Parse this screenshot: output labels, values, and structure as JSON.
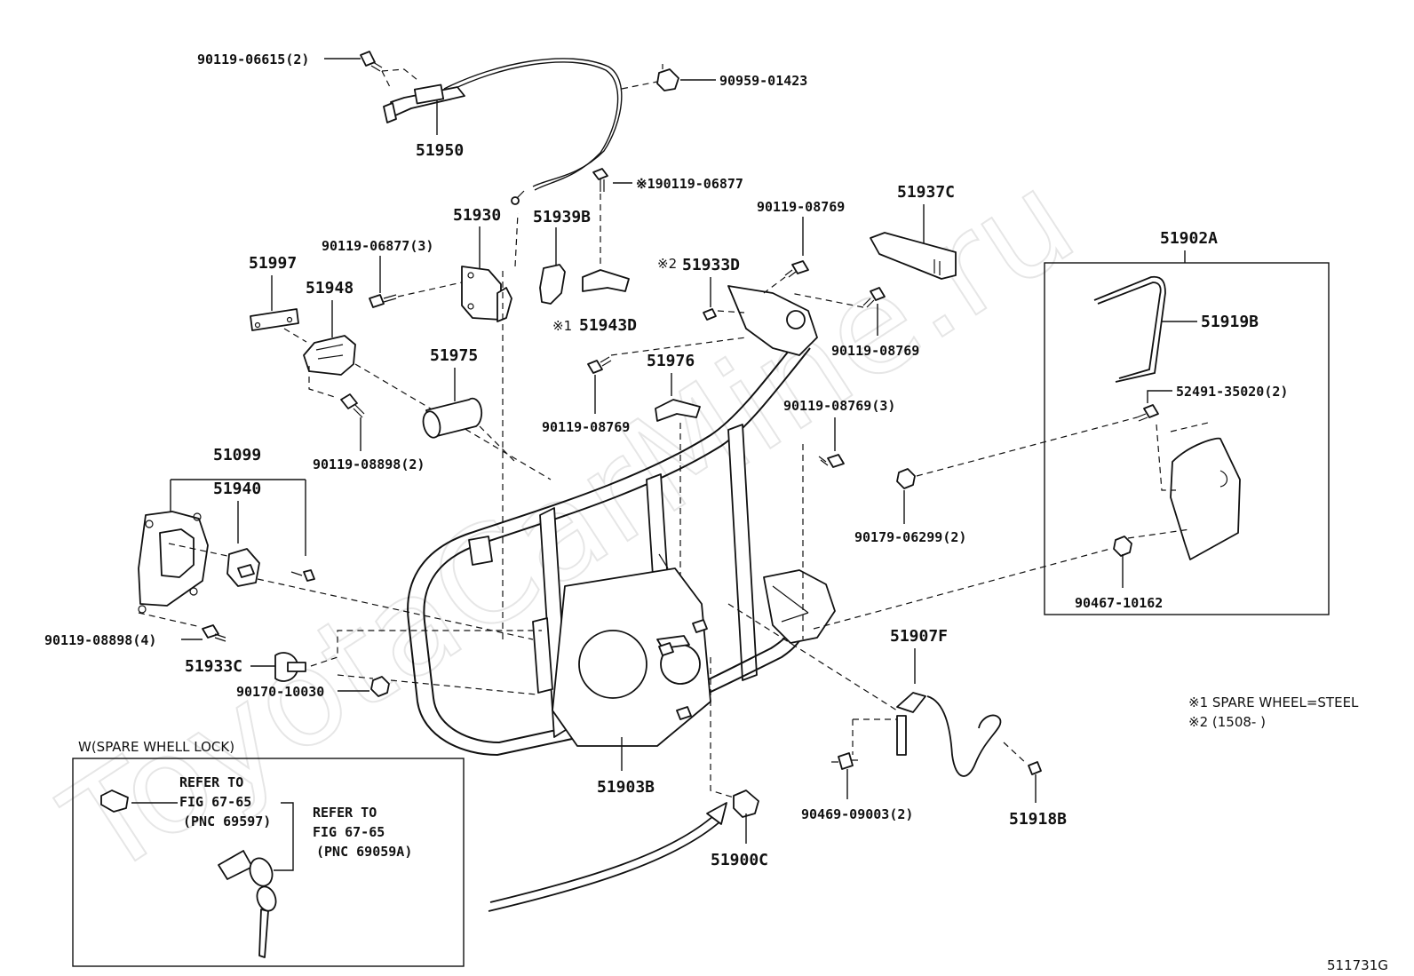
{
  "watermark": "ToyotaCarMine.ru",
  "figure_code": "511731G",
  "labels": {
    "p51950": "51950",
    "p90119_06615": "90119-06615(2)",
    "p90959_01423": "90959-01423",
    "p190119_06877": "※190119-06877",
    "p51930": "51930",
    "p51939B": "51939B",
    "p90119_08769_a": "90119-08769",
    "p51937C": "51937C",
    "p51902A": "51902A",
    "p90119_06877_3": "90119-06877(3)",
    "p51997": "51997",
    "p51948": "51948",
    "p51933D_pre": "※2",
    "p51933D": "51933D",
    "p51943D_pre": "※1",
    "p51943D": "51943D",
    "p51919B": "51919B",
    "p90119_08769_b": "90119-08769",
    "p51975": "51975",
    "p51976": "51976",
    "p52491_35020": "52491-35020(2)",
    "p90119_08769_c": "90119-08769",
    "p90119_08769_3": "90119-08769(3)",
    "p90119_08898_2": "90119-08898(2)",
    "p51099": "51099",
    "p51940": "51940",
    "p90179_06299": "90179-06299(2)",
    "p90467_10162": "90467-10162",
    "p90119_08898_4": "90119-08898(4)",
    "p51907F": "51907F",
    "p51933C": "51933C",
    "p90170_10030": "90170-10030",
    "p51903B": "51903B",
    "p90469_09003": "90469-09003(2)",
    "p51918B": "51918B",
    "p51900C": "51900C"
  },
  "notes": {
    "n1": "※1 SPARE WHEEL=STEEL",
    "n2": "※2 (1508-       )"
  },
  "inset": {
    "title": "W(SPARE WHELL LOCK)",
    "refer1": [
      "REFER TO",
      "FIG 67-65",
      "(PNC 69597)"
    ],
    "refer2": [
      "REFER TO",
      "FIG 67-65",
      "(PNC 69059A)"
    ]
  }
}
